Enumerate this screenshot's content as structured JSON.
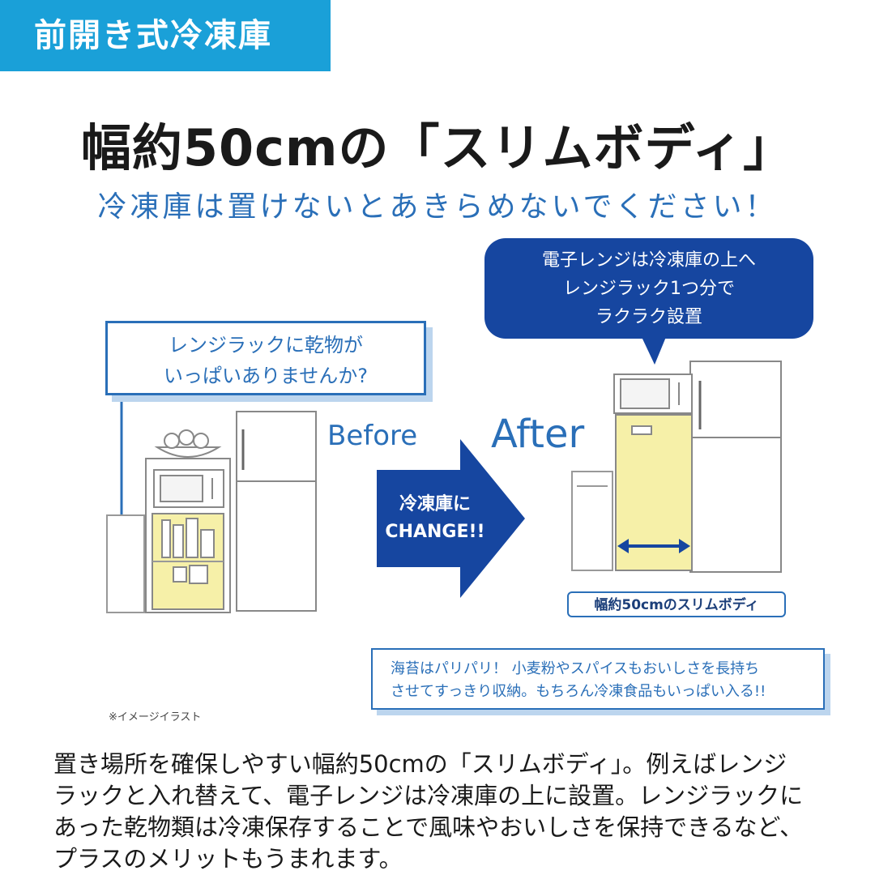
{
  "tag": "前開き式冷凍庫",
  "title": "幅約50cmの「スリムボディ」",
  "subtitle": "冷凍庫は置けないとあきらめないでください！",
  "before_note": [
    "レンジラックに乾物が",
    "いっぱいありませんか?"
  ],
  "after_bubble": [
    "電子レンジは冷凍庫の上へ",
    "レンジラック1つ分で",
    "ラクラク設置"
  ],
  "before_label": "Before",
  "after_label": "After",
  "arrow_text": [
    "冷凍庫に",
    "CHANGE!!"
  ],
  "slim_label": "幅約50cmのスリムボディ",
  "benefit": [
    "海苔はパリパリ！ 小麦粉やスパイスもおいしさを長持ち",
    "させてすっきり収納。もちろん冷凍食品もいっぱい入る!!"
  ],
  "image_note": "※イメージイラスト",
  "body": [
    "置き場所を確保しやすい幅約50cmの「スリムボディ」。例えばレンジ",
    "ラックと入れ替えて、電子レンジは冷凍庫の上に設置。レンジラックに",
    "あった乾物類は冷凍保存することで風味やおいしさを保持できるなど、",
    "プラスのメリットもうまれます。"
  ],
  "colors": {
    "accent": "#1aa0d8",
    "blue": "#2a6fb8",
    "navy": "#1646a0",
    "yellow": "#f6f0a8"
  }
}
